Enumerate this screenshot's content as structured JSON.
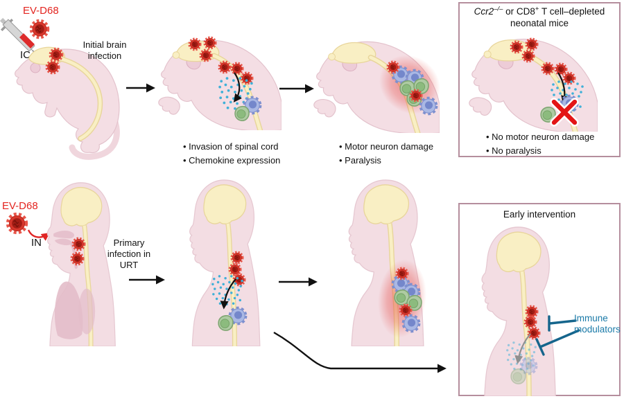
{
  "figure": {
    "top_row": {
      "virus_label": "EV-D68",
      "route_label": "IC",
      "stage1_caption": "Initial brain infection",
      "stage2_bullets": [
        "Invasion of spinal cord",
        "Chemokine expression"
      ],
      "stage3_bullets": [
        "Motor neuron damage",
        "Paralysis"
      ],
      "box": {
        "title_gene": "Ccr2",
        "title_gene_sup": "–/–",
        "title_mid": " or CD8",
        "title_cd8_sup": "+",
        "title_rest": " T cell–depleted",
        "title_line2": "neonatal mice",
        "bullets": [
          "No motor neuron damage",
          "No paralysis"
        ]
      }
    },
    "bottom_row": {
      "virus_label": "EV-D68",
      "route_label": "IN",
      "stage1_caption": "Primary infection in URT",
      "box": {
        "title": "Early intervention",
        "treatment_label": "Immune modulators"
      }
    }
  },
  "icons": {
    "syringe": "syringe-with-red-liquid",
    "virus": "spiky-red-virion",
    "green_cell": "round-green-immune-cell",
    "blue_cell": "spiky-blue-immune-cell",
    "chemokine_dots": "cyan-dot-cloud",
    "red_x": "blocked-red-cross",
    "inhibition": "teal-t-bar-lines"
  },
  "colors": {
    "accent_red": "#e3241f",
    "virus_red": "#d7372c",
    "chemokine_cyan": "#3fb0d8",
    "cell_green": "#aecba2",
    "cell_blue": "#aab8e4",
    "inflammation_glow": "#e43e38",
    "teal": "#15658c",
    "box_border": "#b58e9d",
    "body_pink": "#f4dee4",
    "cns_cream": "#f9efc4"
  }
}
